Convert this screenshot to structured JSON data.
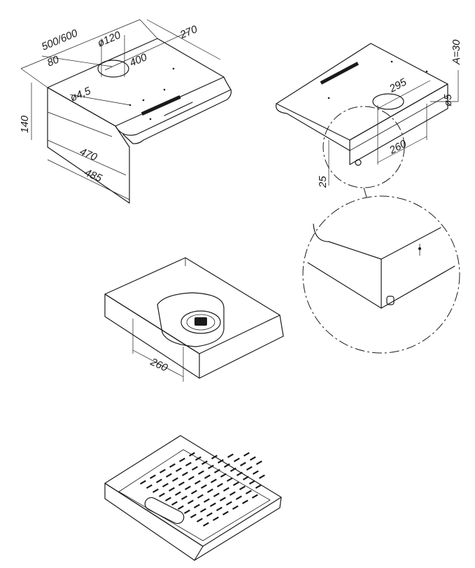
{
  "dimensions": {
    "width_options": "500/600",
    "depth_top": "270",
    "duct_diameter": "ø120",
    "duct_offset": "80",
    "duct_spacing": "400",
    "hole_diameter": "ø4,5",
    "height": "140",
    "inner_width": "470",
    "outer_width": "485",
    "rear_depth": "295",
    "angle": "A=30",
    "side_hole": "ø5",
    "rear_offset": "260",
    "rear_height": "25",
    "fan_depth": "260"
  }
}
